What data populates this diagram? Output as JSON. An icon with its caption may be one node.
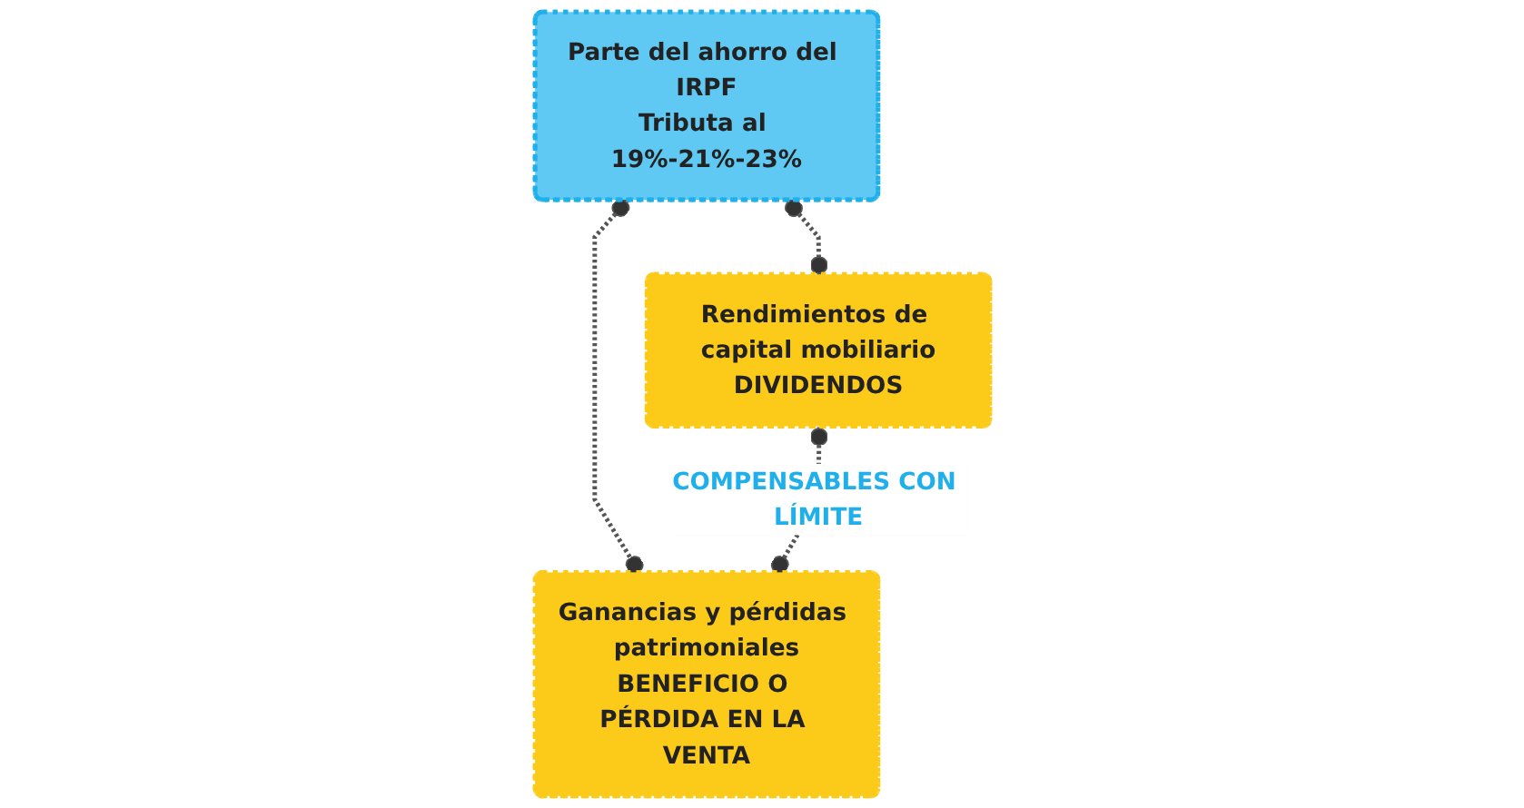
{
  "diagram": {
    "nodes": [
      {
        "text": [
          "Parte del ahorro del IRPF",
          "Tributa al 19%-21%-23%"
        ]
      },
      {
        "text": [
          "Rendimientos de capital mobiliario",
          "DIVIDENDOS"
        ]
      },
      {
        "text": [
          "Ganancias y pérdidas patrimoniales",
          "BENEFICIO O PÉRDIDA EN LA VENTA"
        ]
      }
    ],
    "edges": [
      {
        "from": 0,
        "to": 1,
        "arrow": "other",
        "style": "dashed"
      },
      {
        "from": 0,
        "to": 2,
        "arrow": "other",
        "style": "dashed"
      },
      {
        "from": 1,
        "to": 2,
        "arrow": "other",
        "style": "dashed",
        "label": "COMPENSABLES CON LÍMITE"
      }
    ]
  }
}
